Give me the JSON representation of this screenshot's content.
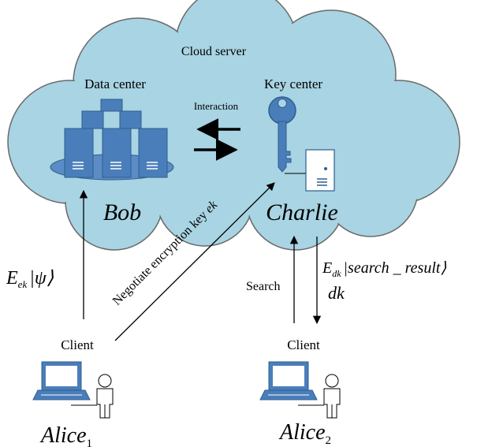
{
  "cloud": {
    "title": "Cloud server"
  },
  "data_center": {
    "title": "Data center",
    "owner": "Bob"
  },
  "key_center": {
    "title": "Key center",
    "owner": "Charlie"
  },
  "interaction": {
    "label": "Interaction"
  },
  "negotiate": {
    "text": "Negotiate encryption key ",
    "key": "ek"
  },
  "alice1": {
    "client_label": "Client",
    "name": "Alice",
    "sub": "1",
    "upload_E": "E",
    "upload_sub": "ek",
    "upload_state": "|ψ⟩"
  },
  "alice2": {
    "client_label": "Client",
    "name": "Alice",
    "sub": "2",
    "search_label": "Search",
    "result_E": "E",
    "result_sub": "dk",
    "result_state": "|search _ result⟩",
    "dk_label": "dk"
  },
  "colors": {
    "cloud_fill": "#a8d4e3",
    "server_fill": "#4a7ebb",
    "key_fill": "#4a7ebb",
    "base_fill": "#5b8cc5"
  }
}
